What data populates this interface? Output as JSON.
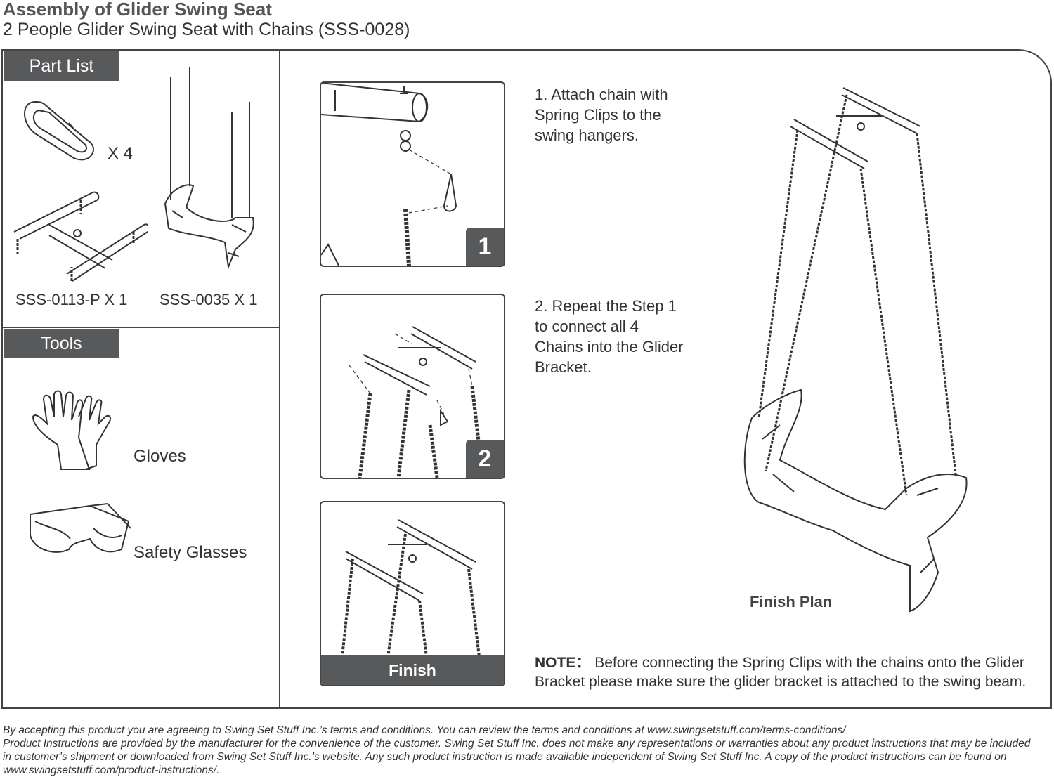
{
  "header": {
    "title": "Assembly of Glider Swing Seat",
    "subtitle": "2 People Glider Swing Seat with Chains (SSS-0028)"
  },
  "part_list": {
    "heading": "Part List",
    "clip_qty": "X 4",
    "bracket_label": "SSS-0113-P X 1",
    "seat_label": "SSS-0035 X 1"
  },
  "tools": {
    "heading": "Tools",
    "items": [
      {
        "label": "Gloves",
        "icon": "gloves-icon"
      },
      {
        "label": "Safety Glasses",
        "icon": "safety-glasses-icon"
      }
    ]
  },
  "steps": [
    {
      "badge": "1",
      "lines": [
        "1. Attach chain with",
        "Spring Clips to the",
        "swing hangers."
      ]
    },
    {
      "badge": "2",
      "lines": [
        "2. Repeat the Step 1",
        "to connect all 4",
        "Chains into the Glider",
        "Bracket."
      ]
    },
    {
      "badge": "Finish"
    }
  ],
  "finish_plan": "Finish Plan",
  "note": {
    "label": "NOTE：",
    "text": "Before connecting the Spring Clips with the chains onto the Glider Bracket please make sure the glider bracket is attached to the swing beam."
  },
  "footer": [
    "By accepting this product you are agreeing to Swing Set Stuff Inc.’s terms and conditions. You can review the terms and conditions at www.swingsetstuff.com/terms-conditions/",
    "Product Instructions are provided by the manufacturer for the convenience of the customer. Swing Set Stuff Inc. does not make any representations or warranties about any product instructions that may be included",
    "in customer’s shipment or downloaded from Swing Set Stuff Inc.’s website. Any such product instruction is made available independent of Swing Set Stuff Inc.  A copy of the product instructions can be found on",
    "www.swingsetstuff.com/product-instructions/."
  ]
}
